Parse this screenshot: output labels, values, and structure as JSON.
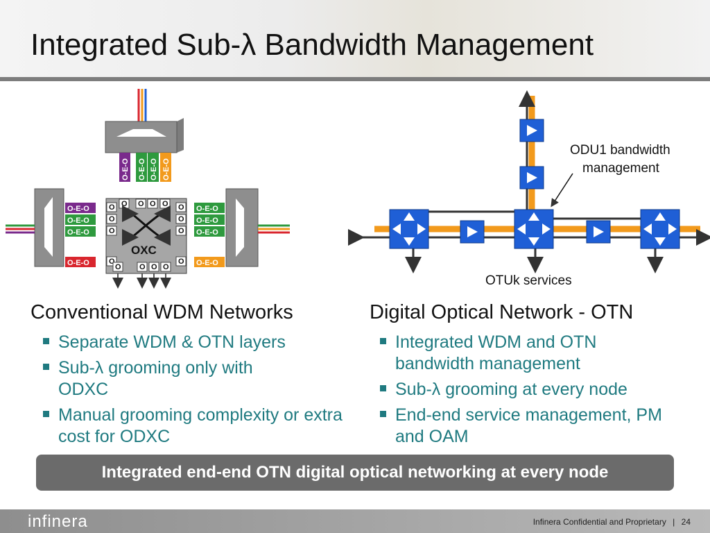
{
  "slide": {
    "title": "Integrated Sub-λ Bandwidth Management",
    "left": {
      "heading": "Conventional WDM Networks",
      "bullets": [
        "Separate WDM & OTN layers",
        "Sub-λ grooming only with ODXC",
        "Manual grooming complexity or extra cost for ODXC"
      ]
    },
    "right": {
      "heading": "Digital Optical Network - OTN",
      "bullets": [
        "Integrated WDM and OTN bandwidth management",
        "Sub-λ grooming at every node",
        "End-end service management, PM and OAM"
      ]
    },
    "banner": "Integrated end-end OTN digital optical networking at every node"
  },
  "diagram": {
    "oeo": "O-E-O",
    "port": "O",
    "oxc": "OXC",
    "odu1_line1": "ODU1 bandwidth",
    "odu1_line2": "management",
    "otuk": "OTUk services",
    "colors": {
      "purple": "#7a2a8c",
      "green": "#2e9a3e",
      "orange": "#f29a1c",
      "red": "#d9262e",
      "blue": "#1f5fd6"
    }
  },
  "footer": {
    "logo": "infinera",
    "confidential": "Infinera Confidential and Proprietary",
    "separator": "|",
    "page": "24"
  }
}
